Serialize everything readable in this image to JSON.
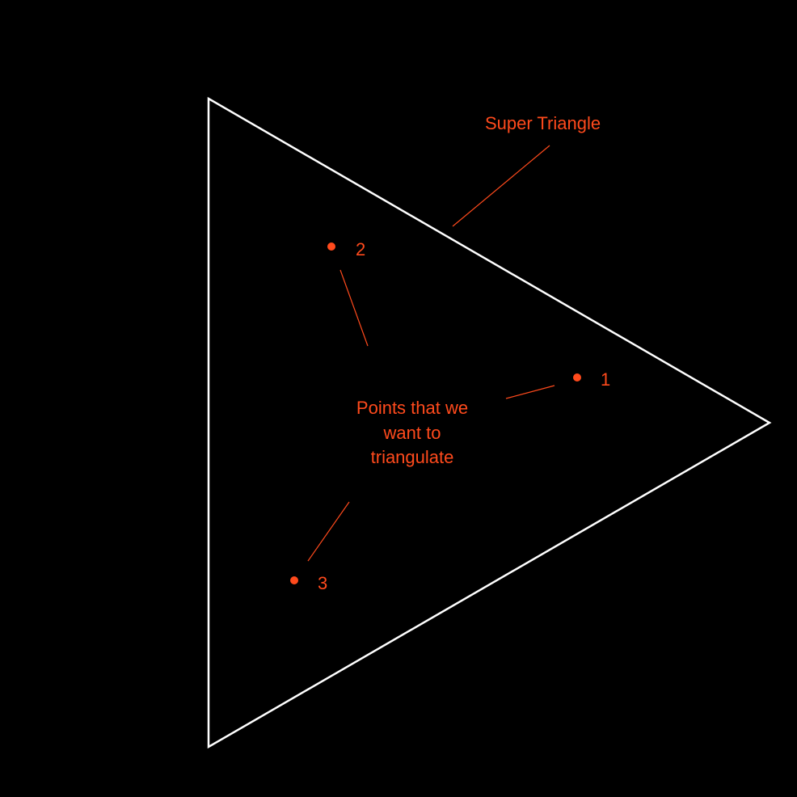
{
  "diagram": {
    "super_triangle_label": "Super Triangle",
    "points_caption": [
      "Points that we",
      "want to",
      "triangulate"
    ],
    "points": [
      {
        "label": "1"
      },
      {
        "label": "2"
      },
      {
        "label": "3"
      }
    ]
  },
  "colors": {
    "background": "#000000",
    "triangle": "#ffffff",
    "accent": "#ff4a1c"
  }
}
